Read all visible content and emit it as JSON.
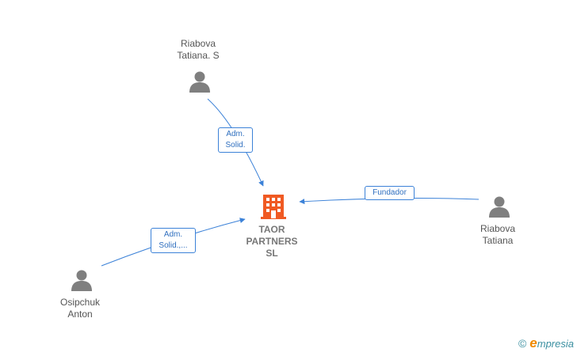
{
  "colors": {
    "edge": "#3c82d8",
    "person": "#7f7f7f",
    "company": "#f05a23"
  },
  "company": {
    "name": "TAOR\nPARTNERS\nSL",
    "icon": "building-icon"
  },
  "people": [
    {
      "id": "p1",
      "name": "Riabova\nTatiana.  S",
      "icon": "person-icon"
    },
    {
      "id": "p2",
      "name": "Riabova\nTatiana",
      "icon": "person-icon"
    },
    {
      "id": "p3",
      "name": "Osipchuk\nAnton",
      "icon": "person-icon"
    }
  ],
  "edges": [
    {
      "from": "p1",
      "label": "Adm.\nSolid."
    },
    {
      "from": "p2",
      "label": "Fundador"
    },
    {
      "from": "p3",
      "label": "Adm.\nSolid.,..."
    }
  ],
  "brand": {
    "copyright": "©",
    "initial": "e",
    "rest": "mpresia"
  }
}
